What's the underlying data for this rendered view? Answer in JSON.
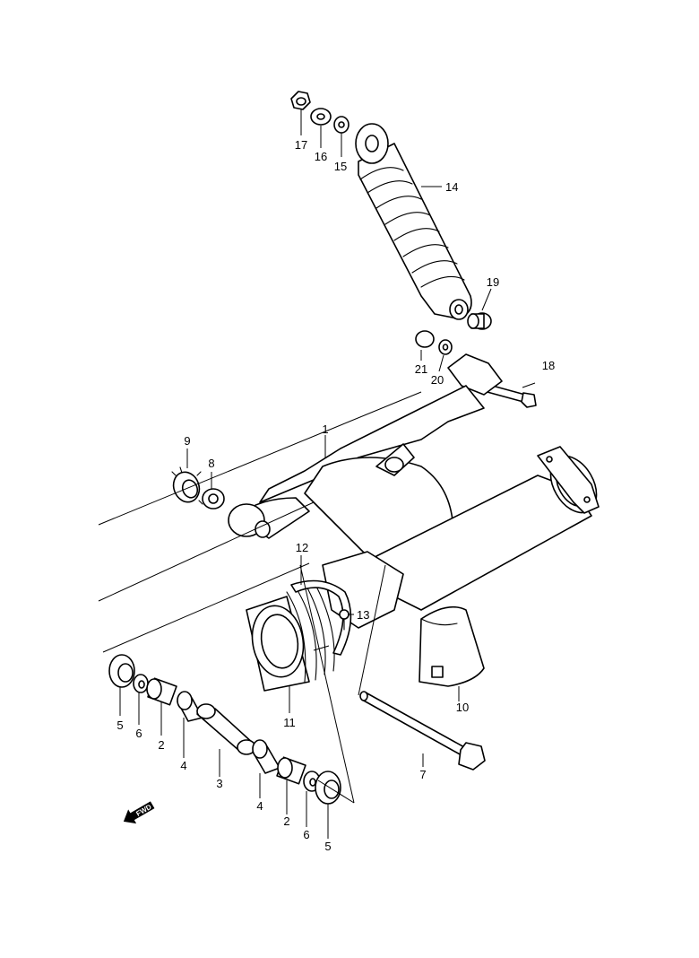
{
  "callouts": {
    "c1": "1",
    "c2a": "2",
    "c2b": "2",
    "c3": "3",
    "c4a": "4",
    "c4b": "4",
    "c5a": "5",
    "c5b": "5",
    "c6a": "6",
    "c6b": "6",
    "c7": "7",
    "c8": "8",
    "c9": "9",
    "c10": "10",
    "c11": "11",
    "c12": "12",
    "c13": "13",
    "c14": "14",
    "c15": "15",
    "c16": "16",
    "c17": "17",
    "c18": "18",
    "c19": "19",
    "c20": "20",
    "c21": "21"
  },
  "fwd_marker": {
    "text": "FWD",
    "icon": "forward-arrow-icon"
  }
}
